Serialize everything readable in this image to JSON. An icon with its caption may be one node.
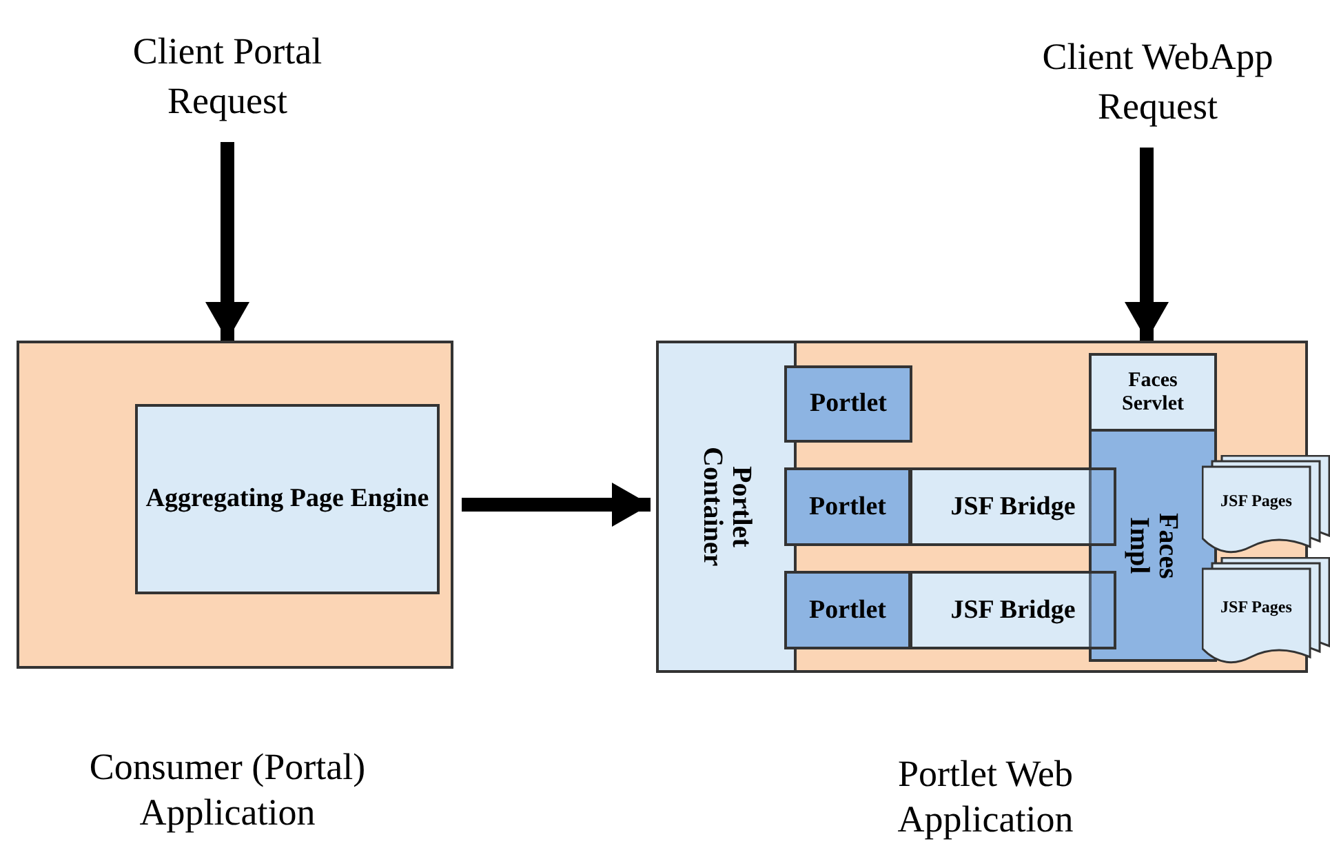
{
  "diagram": {
    "nodes": [
      {
        "text": [
          "Client Portal Request"
        ]
      },
      {
        "text": [],
        "shape": "box",
        "beside": [
          "Consumer (Portal) Application"
        ]
      },
      {
        "text": [
          "Aggregating Page Engine"
        ],
        "in": 1
      },
      {
        "text": [
          "Client WebApp Request"
        ]
      },
      {
        "text": [],
        "shape": "box",
        "beside": [
          "Portlet Web Application"
        ]
      },
      {
        "text": [
          "Portlet Container"
        ],
        "in": 4
      },
      {
        "text": [
          "Portlet"
        ],
        "in": 4
      },
      {
        "text": [
          "Portlet"
        ],
        "in": 4
      },
      {
        "text": [
          "JSF Bridge"
        ],
        "in": 4
      },
      {
        "text": [
          "Portlet"
        ],
        "in": 4
      },
      {
        "text": [
          "JSF Bridge"
        ],
        "in": 4
      },
      {
        "text": [
          "Faces Servlet"
        ],
        "in": 4
      },
      {
        "text": [
          "Faces Impl"
        ],
        "in": 4
      },
      {
        "text": [
          "JSF Pages"
        ]
      },
      {
        "text": [
          "JSF Pages"
        ]
      }
    ],
    "edges": [
      {
        "from": 0,
        "to": 1,
        "arrow": "to"
      },
      {
        "from": 1,
        "to": 4,
        "arrow": "to"
      },
      {
        "from": 3,
        "to": 4,
        "arrow": "to"
      }
    ]
  }
}
